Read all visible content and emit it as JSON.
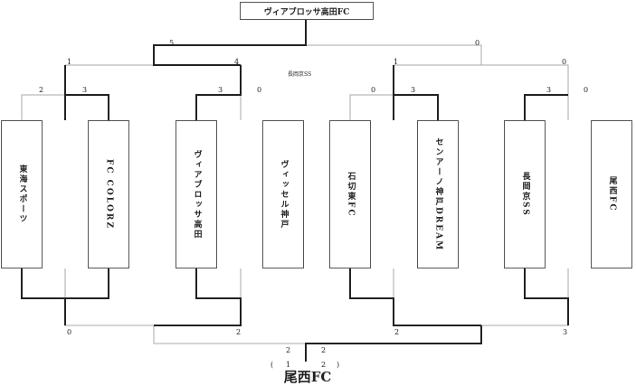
{
  "header": {
    "title": "ヴィアブロッサ高田FC",
    "subtitle": "長岡京SS"
  },
  "teams": [
    {
      "name": "東海スポーツ"
    },
    {
      "name": "FC COLORZ"
    },
    {
      "name": "ヴィアブロッサ高田"
    },
    {
      "name": "ヴィッセル神戸"
    },
    {
      "name": "石切東FC"
    },
    {
      "name": "センアーノ神戸DREAM"
    },
    {
      "name": "長岡京SS"
    },
    {
      "name": "尾西FC"
    }
  ],
  "top_bracket": {
    "r1_scores": [
      "2",
      "3",
      "3",
      "0",
      "0",
      "3",
      "3",
      "0"
    ],
    "semi_scores": [
      "1",
      "4",
      "1",
      "0"
    ],
    "final_scores": [
      "5",
      "0"
    ]
  },
  "bottom_bracket": {
    "semi_scores": [
      "0",
      "2",
      "2",
      "3"
    ],
    "final_scores": [
      "2",
      "2"
    ],
    "pk_open": "(",
    "pk_left": "1",
    "pk_right": "2",
    "pk_close": ")"
  },
  "champion": "尾西FC"
}
